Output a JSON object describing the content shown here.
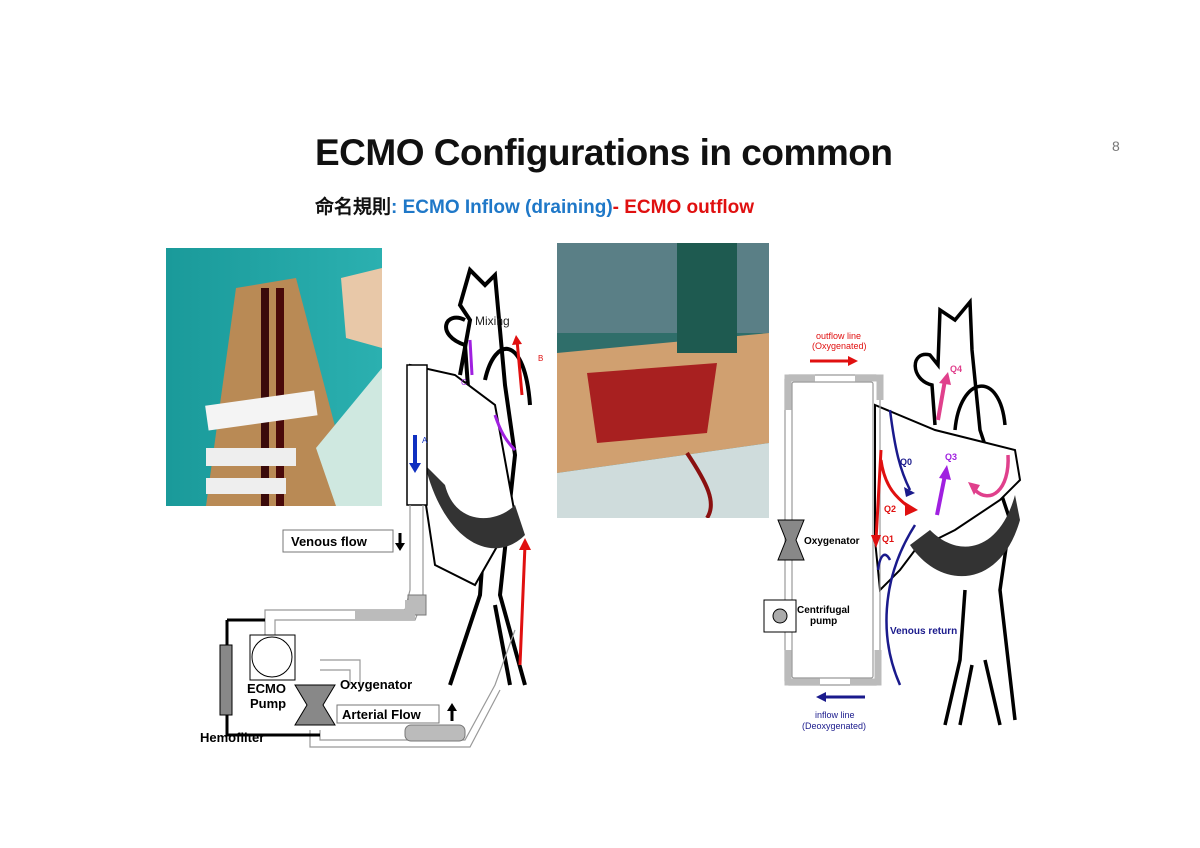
{
  "slide": {
    "title": "ECMO Configurations in common",
    "page_number": "8",
    "subtitle": {
      "prefix": "命名規則",
      "inflow": ": ECMO Inflow (draining)",
      "dash": "-",
      "outflow": " ECMO outflow"
    }
  },
  "left_diagram": {
    "mixing": "Mixing",
    "label_a": "A",
    "label_b": "B",
    "label_c": "C",
    "venous_flow": "Venous flow",
    "ecmo_pump": [
      "ECMO",
      "Pump"
    ],
    "oxygenator": "Oxygenator",
    "arterial_flow": "Arterial Flow",
    "hemofilter": "Hemofilter"
  },
  "right_diagram": {
    "outflow_line": [
      "outflow line",
      "(Oxygenated)"
    ],
    "inflow_line": [
      "inflow line",
      "(Deoxygenated)"
    ],
    "oxygenator": "Oxygenator",
    "centrifugal_pump": [
      "Centrifugal",
      "pump"
    ],
    "venous_return": "Venous return",
    "q0": "Q0",
    "q1": "Q1",
    "q2": "Q2",
    "q3": "Q3",
    "q4": "Q4"
  },
  "colors": {
    "inflow": "#1f78c8",
    "outflow": "#e01010",
    "venous": "#1a1a8c",
    "arterial": "#e01010",
    "mixing": "#a020e0",
    "q4": "#e0408c"
  }
}
